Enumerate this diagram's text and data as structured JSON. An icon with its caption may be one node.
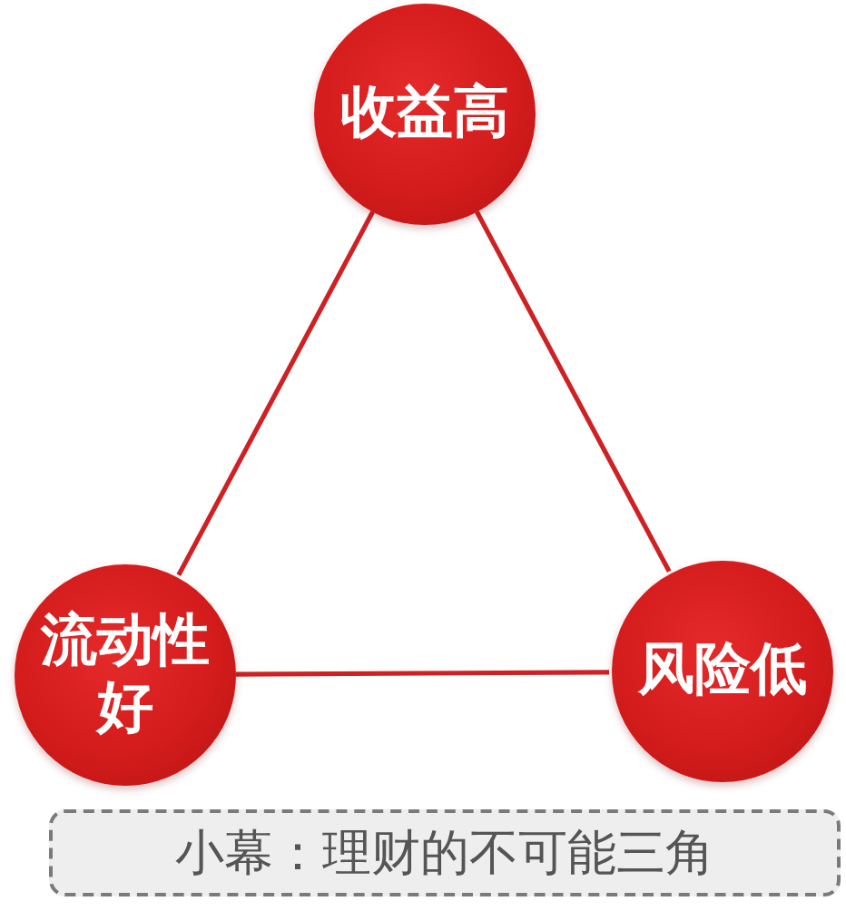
{
  "diagram": {
    "caption": "小幕：理财的不可能三角",
    "nodes": [
      {
        "text": [
          "收益高"
        ]
      },
      {
        "text": [
          "流动性好"
        ]
      },
      {
        "text": [
          "风险低"
        ]
      }
    ],
    "edges": [
      {
        "from": 0,
        "to": 1,
        "arrow": "none"
      },
      {
        "from": 0,
        "to": 2,
        "arrow": "none"
      },
      {
        "from": 1,
        "to": 2,
        "arrow": "none"
      }
    ]
  }
}
